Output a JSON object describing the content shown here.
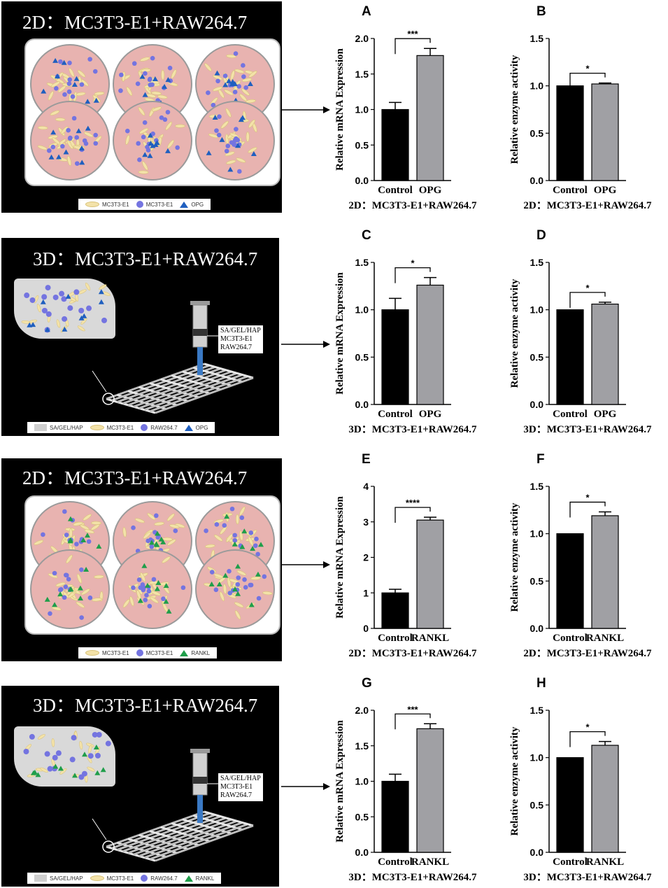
{
  "schematics": [
    {
      "title": "2D：MC3T3-E1+RAW264.7",
      "mode": "2D",
      "marker": "OPG",
      "legend": [
        "MC3T3-E1",
        "MC3T3-E1",
        "OPG"
      ],
      "marker_color": "#1f5fbf"
    },
    {
      "title": "3D：MC3T3-E1+RAW264.7",
      "mode": "3D",
      "marker": "OPG",
      "legend": [
        "SA/GEL/HAP",
        "MC3T3-E1",
        "RAW264.7",
        "OPG"
      ],
      "marker_color": "#1f5fbf",
      "syringe": [
        "SA/GEL/HAP",
        "MC3T3-E1",
        "RAW264.7"
      ]
    },
    {
      "title": "2D：MC3T3-E1+RAW264.7",
      "mode": "2D",
      "marker": "RANKL",
      "legend": [
        "MC3T3-E1",
        "MC3T3-E1",
        "RANKL"
      ],
      "marker_color": "#1f9e4a"
    },
    {
      "title": "3D：MC3T3-E1+RAW264.7",
      "mode": "3D",
      "marker": "RANKL",
      "legend": [
        "SA/GEL/HAP",
        "MC3T3-E1",
        "RAW264.7",
        "RANKL"
      ],
      "marker_color": "#1f9e4a",
      "syringe": [
        "SA/GEL/HAP",
        "MC3T3-E1",
        "RAW264.7"
      ]
    }
  ],
  "chart_data": [
    {
      "panel": "A",
      "type": "bar",
      "categories": [
        "Control",
        "OPG"
      ],
      "values": [
        1.0,
        1.76
      ],
      "errors": [
        0.1,
        0.1
      ],
      "ylabel": "Relative mRNA Expression",
      "xlabel": "2D：MC3T3-E1+RAW264.7",
      "ylim": [
        0,
        2.0
      ],
      "yticks": [
        "0.0",
        "0.5",
        "1.0",
        "1.5",
        "2.0"
      ],
      "sig": "***"
    },
    {
      "panel": "B",
      "type": "bar",
      "categories": [
        "Control",
        "OPG"
      ],
      "values": [
        1.0,
        1.02
      ],
      "errors": [
        0.0,
        0.01
      ],
      "ylabel": "Relative enzyme activity",
      "xlabel": "2D：MC3T3-E1+RAW264.7",
      "ylim": [
        0,
        1.5
      ],
      "yticks": [
        "0.0",
        "0.5",
        "1.0",
        "1.5"
      ],
      "sig": "*"
    },
    {
      "panel": "C",
      "type": "bar",
      "categories": [
        "Control",
        "OPG"
      ],
      "values": [
        1.0,
        1.26
      ],
      "errors": [
        0.12,
        0.08
      ],
      "ylabel": "Relative mRNA Expression",
      "xlabel": "3D：MC3T3-E1+RAW264.7",
      "ylim": [
        0,
        1.5
      ],
      "yticks": [
        "0.0",
        "0.5",
        "1.0",
        "1.5"
      ],
      "sig": "*"
    },
    {
      "panel": "D",
      "type": "bar",
      "categories": [
        "Control",
        "OPG"
      ],
      "values": [
        1.0,
        1.06
      ],
      "errors": [
        0.0,
        0.02
      ],
      "ylabel": "Relative enzyme activity",
      "xlabel": "3D：MC3T3-E1+RAW264.7",
      "ylim": [
        0,
        1.5
      ],
      "yticks": [
        "0.0",
        "0.5",
        "1.0",
        "1.5"
      ],
      "sig": "*"
    },
    {
      "panel": "E",
      "type": "bar",
      "categories": [
        "Control",
        "RANKL"
      ],
      "values": [
        1.0,
        3.05
      ],
      "errors": [
        0.1,
        0.08
      ],
      "ylabel": "Relative mRNA Expression",
      "xlabel": "2D：MC3T3-E1+RAW264.7",
      "ylim": [
        0,
        4
      ],
      "yticks": [
        "0",
        "1",
        "2",
        "3",
        "4"
      ],
      "sig": "****"
    },
    {
      "panel": "F",
      "type": "bar",
      "categories": [
        "Control",
        "RANKL"
      ],
      "values": [
        1.0,
        1.19
      ],
      "errors": [
        0.0,
        0.04
      ],
      "ylabel": "Relative enzyme activity",
      "xlabel": "2D：MC3T3-E1+RAW264.7",
      "ylim": [
        0,
        1.5
      ],
      "yticks": [
        "0.0",
        "0.5",
        "1.0",
        "1.5"
      ],
      "sig": "*"
    },
    {
      "panel": "G",
      "type": "bar",
      "categories": [
        "Control",
        "RANKL"
      ],
      "values": [
        1.0,
        1.74
      ],
      "errors": [
        0.1,
        0.07
      ],
      "ylabel": "Relative mRNA Expression",
      "xlabel": "3D：MC3T3-E1+RAW264.7",
      "ylim": [
        0,
        2.0
      ],
      "yticks": [
        "0.0",
        "0.5",
        "1.0",
        "1.5",
        "2.0"
      ],
      "sig": "***"
    },
    {
      "panel": "H",
      "type": "bar",
      "categories": [
        "Control",
        "RANKL"
      ],
      "values": [
        1.0,
        1.13
      ],
      "errors": [
        0.0,
        0.04
      ],
      "ylabel": "Relative enzyme activity",
      "xlabel": "3D：MC3T3-E1+RAW264.7",
      "ylim": [
        0,
        1.5
      ],
      "yticks": [
        "0.0",
        "0.5",
        "1.0",
        "1.5"
      ],
      "sig": "*"
    }
  ],
  "colors": {
    "control_bar": "#000000",
    "treatment_bar": "#a0a0a4",
    "dish": "#e8b3b0",
    "cell": "#f3e2a9",
    "raw": "#7474e0"
  }
}
